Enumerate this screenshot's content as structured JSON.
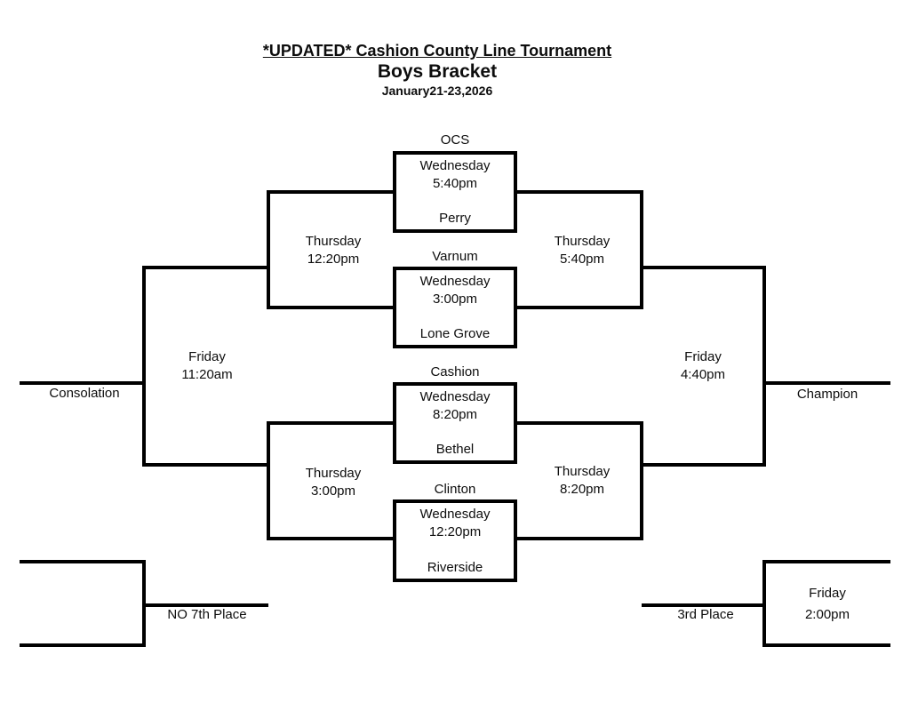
{
  "page": {
    "background": "#ffffff",
    "line_color": "#000000",
    "text_color": "#000000"
  },
  "title": {
    "heading": "*UPDATED* Cashion County Line Tournament",
    "subheading": "Boys Bracket",
    "dates": "January21-23,2026"
  },
  "first_round_games": [
    {
      "top_team": "OCS",
      "day": "Wednesday",
      "time": "5:40pm",
      "bottom_team": "Perry"
    },
    {
      "top_team": "Varnum",
      "day": "Wednesday",
      "time": "3:00pm",
      "bottom_team": "Lone Grove"
    },
    {
      "top_team": "Cashion",
      "day": "Wednesday",
      "time": "8:20pm",
      "bottom_team": "Bethel"
    },
    {
      "top_team": "Clinton",
      "day": "Wednesday",
      "time": "12:20pm",
      "bottom_team": "Riverside"
    }
  ],
  "consolation_semifinals": [
    {
      "day": "Thursday",
      "time": "12:20pm"
    },
    {
      "day": "Thursday",
      "time": "3:00pm"
    }
  ],
  "winners_semifinals": [
    {
      "day": "Thursday",
      "time": "5:40pm"
    },
    {
      "day": "Thursday",
      "time": "8:20pm"
    }
  ],
  "consolation_final": {
    "day": "Friday",
    "time": "11:20am",
    "label": "Consolation"
  },
  "championship": {
    "day": "Friday",
    "time": "4:40pm",
    "label": "Champion"
  },
  "seventh_place": {
    "label": "NO 7th Place"
  },
  "third_place": {
    "day": "Friday",
    "time": "2:00pm",
    "label": "3rd Place"
  }
}
